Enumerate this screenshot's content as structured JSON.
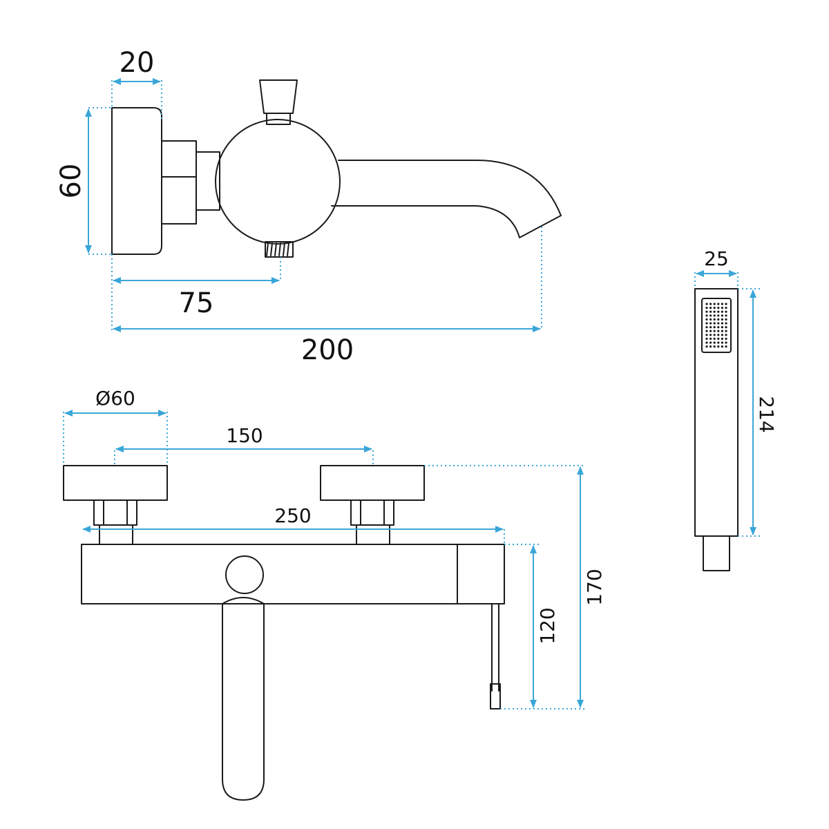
{
  "diagram": {
    "dimension_color": "#3aa6d8",
    "line_color": "#1a1a1a",
    "side_view": {
      "height_label": "60",
      "depth_label": "20",
      "inlet_label": "75",
      "spout_reach_label": "200"
    },
    "hand_shower": {
      "width_label": "25",
      "length_label": "214"
    },
    "front_view": {
      "cover_diameter_label": "Ø60",
      "center_distance_label": "150",
      "body_width_label": "250",
      "lever_height_label": "120",
      "total_height_label": "170"
    }
  }
}
